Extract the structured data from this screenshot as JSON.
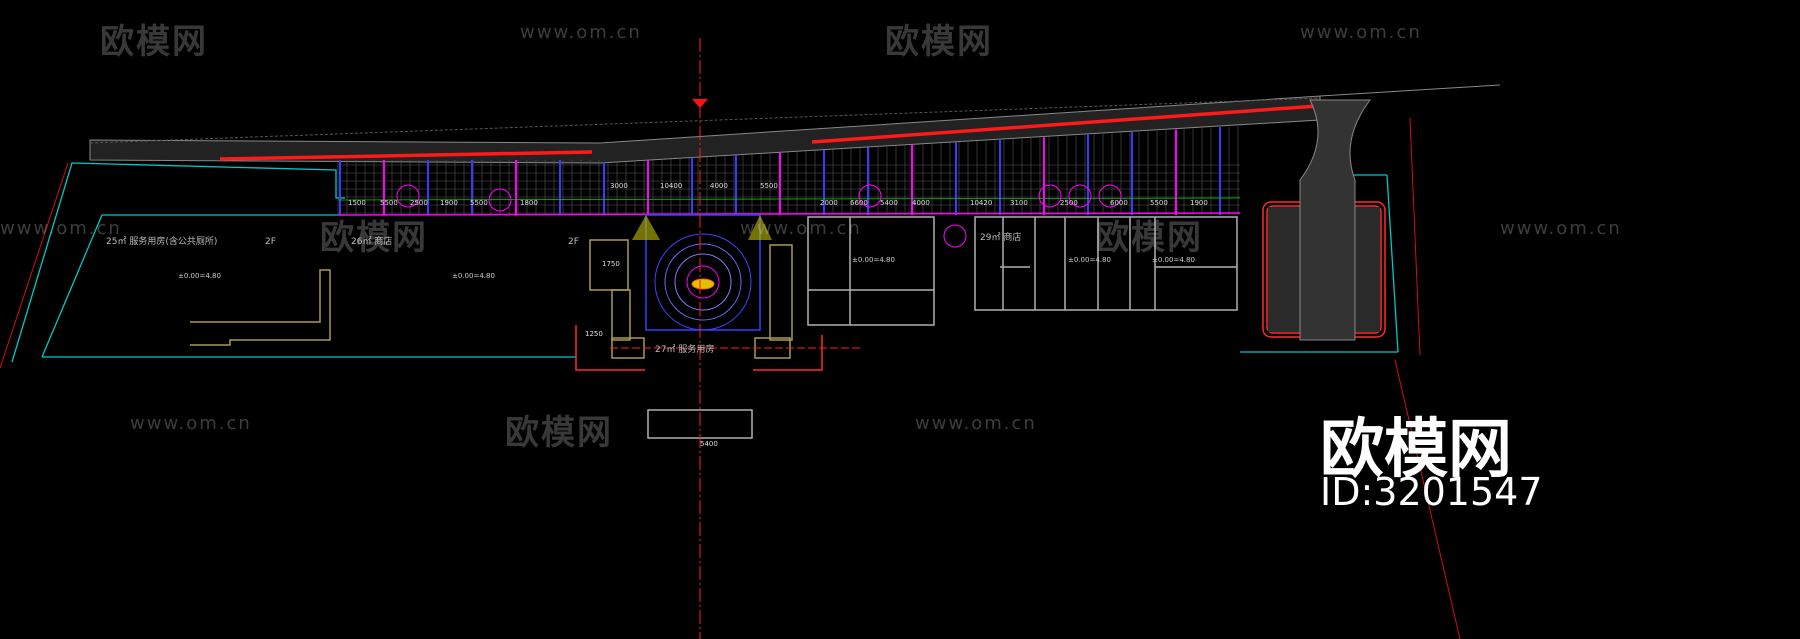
{
  "watermark": {
    "brand": "欧模网",
    "url": "www.om.cn",
    "id_text": "ID:3201547"
  },
  "drawing": {
    "room_labels": [
      {
        "text": "25㎡ 服务用房(含公共厕所)"
      },
      {
        "text": "2F"
      },
      {
        "text": "26㎡ 商店"
      },
      {
        "text": "2F"
      },
      {
        "text": "27㎡ 服务用房"
      },
      {
        "text": "29㎡ 商店"
      }
    ],
    "level_marks": [
      "±0.00=4.80",
      "±0.00=4.80",
      "±0.00=4.80",
      "±0.00=4.80",
      "±0.00=4.80"
    ],
    "dimensions": [
      "1500",
      "5500",
      "2500",
      "1900",
      "5500",
      "1800",
      "3000",
      "10400",
      "4000",
      "5500",
      "2000",
      "6600",
      "5400",
      "4000",
      "10420",
      "3100",
      "2500",
      "6000",
      "5500",
      "1900",
      "1750",
      "1250",
      "5400"
    ],
    "colors": {
      "background": "#000000",
      "boundary": "#00c8c8",
      "axis": "#ff2020",
      "paving": "#3a3aff",
      "accent": "#ff00ff",
      "building": "#b0b0b0",
      "dimension": "#00e000",
      "stair": "#a89a50"
    }
  }
}
